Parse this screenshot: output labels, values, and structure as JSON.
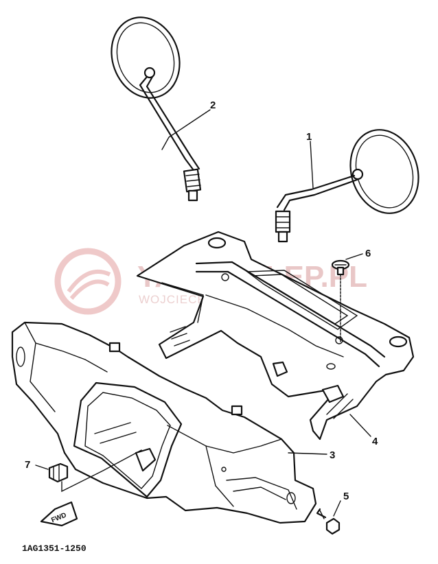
{
  "watermark": {
    "brand": "YAMASKLEP.PL",
    "subtitle": "WOJCIECHOWSKI   YAMAHA"
  },
  "parts": [
    {
      "id": "1",
      "label": "1"
    },
    {
      "id": "2",
      "label": "2"
    },
    {
      "id": "3",
      "label": "3"
    },
    {
      "id": "4",
      "label": "4"
    },
    {
      "id": "5",
      "label": "5"
    },
    {
      "id": "6",
      "label": "6"
    },
    {
      "id": "7",
      "label": "7"
    }
  ],
  "fwd_marker": "FWD",
  "reference_code": "1AG1351-1250"
}
